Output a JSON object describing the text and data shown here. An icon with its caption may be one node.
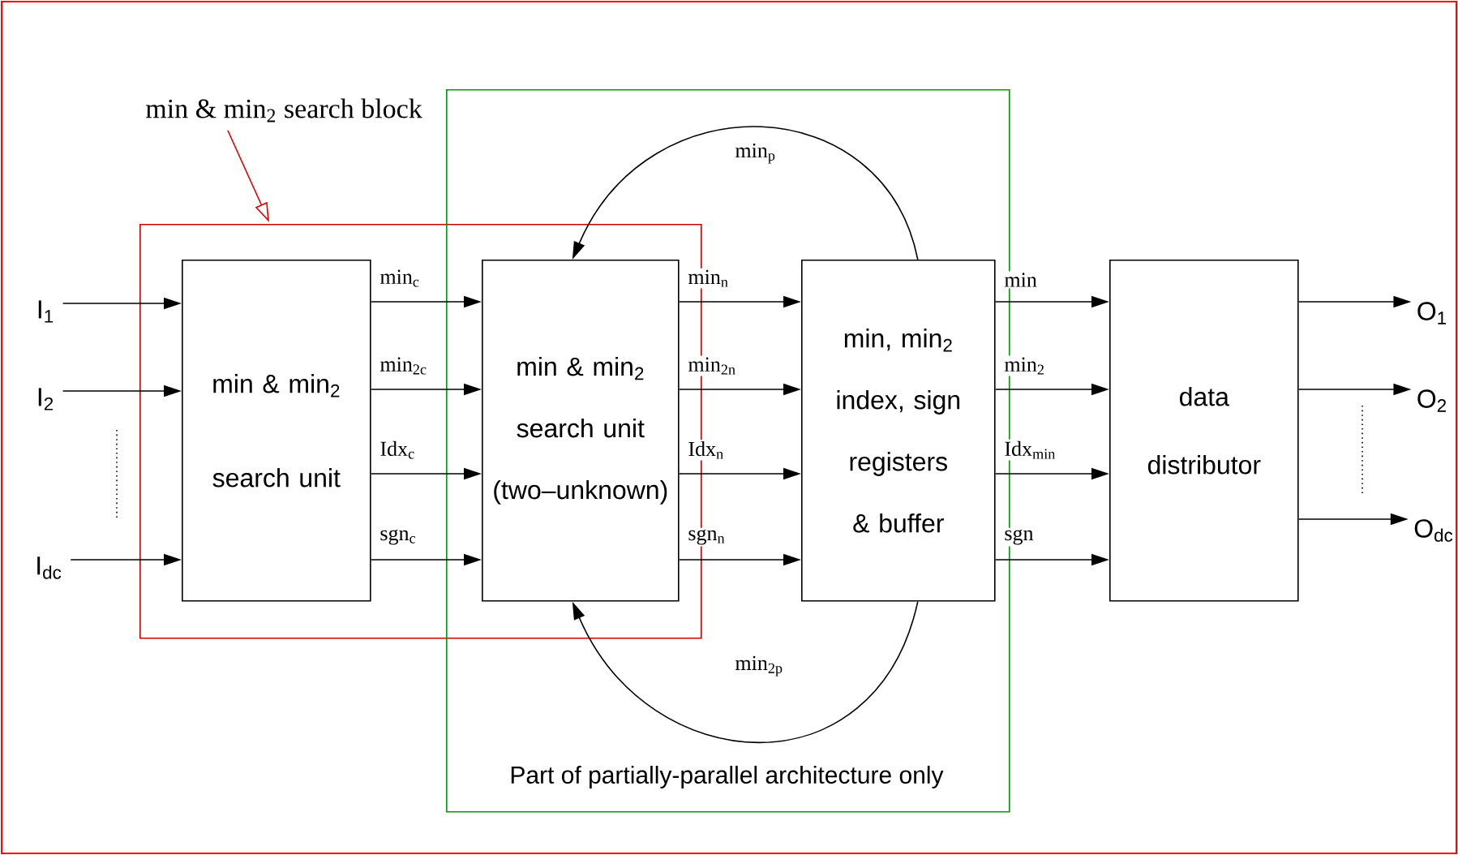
{
  "diagram": {
    "nodes": [
      {
        "text": [
          "min & min$_{2}$ search block"
        ]
      },
      {
        "text": [],
        "shape": "box"
      },
      {
        "text": [
          "Part of partially-parallel architecture only"
        ]
      },
      {
        "text": [
          "min & min$_{2}$ search unit"
        ],
        "in": 1
      },
      {
        "text": [
          "min & min$_{2}$ search unit (two–unknown)"
        ]
      },
      {
        "text": [
          "min, min$_{2}$ index, sign registers & buffer"
        ],
        "in": 2
      },
      {
        "text": [
          "data distributor"
        ]
      },
      {
        "text": [
          "I$_{1}$"
        ]
      },
      {
        "text": [
          "I$_{2}$"
        ]
      },
      {
        "text": [
          "I$_{dc}$"
        ]
      },
      {
        "text": [
          "O$_{1}$"
        ]
      },
      {
        "text": [
          "O$_{2}$"
        ]
      },
      {
        "text": [
          "O$_{dc}$"
        ]
      }
    ],
    "edges": [
      {
        "from": 0,
        "to": 1,
        "arrow": "to",
        "color": "#dd0000"
      },
      {
        "from": 7,
        "to": 3,
        "arrow": "to"
      },
      {
        "from": 8,
        "to": 3,
        "arrow": "to"
      },
      {
        "from": 9,
        "to": 3,
        "arrow": "to"
      },
      {
        "from": 3,
        "to": 4,
        "arrow": "to",
        "label": "min$_{c}$"
      },
      {
        "from": 3,
        "to": 4,
        "arrow": "to",
        "label": "min$_{2c}$"
      },
      {
        "from": 3,
        "to": 4,
        "arrow": "to",
        "label": "Idx$_{c}$"
      },
      {
        "from": 3,
        "to": 4,
        "arrow": "to",
        "label": "sgn$_{c}$"
      },
      {
        "from": 4,
        "to": 5,
        "arrow": "to",
        "label": "min$_{n}$"
      },
      {
        "from": 4,
        "to": 5,
        "arrow": "to",
        "label": "min$_{2n}$"
      },
      {
        "from": 4,
        "to": 5,
        "arrow": "to",
        "label": "Idx$_{n}$"
      },
      {
        "from": 4,
        "to": 5,
        "arrow": "to",
        "label": "sgn$_{n}$"
      },
      {
        "from": 5,
        "to": 4,
        "arrow": "to",
        "label": "min$_{p}$"
      },
      {
        "from": 5,
        "to": 4,
        "arrow": "to",
        "label": "min$_{2p}$"
      },
      {
        "from": 5,
        "to": 6,
        "arrow": "to",
        "label": "min"
      },
      {
        "from": 5,
        "to": 6,
        "arrow": "to",
        "label": "min$_{2}$"
      },
      {
        "from": 5,
        "to": 6,
        "arrow": "to",
        "label": "Idx$_{min}$"
      },
      {
        "from": 5,
        "to": 6,
        "arrow": "to",
        "label": "sgn"
      },
      {
        "from": 6,
        "to": 10,
        "arrow": "to"
      },
      {
        "from": 6,
        "to": 11,
        "arrow": "to"
      },
      {
        "from": 6,
        "to": 12,
        "arrow": "to"
      }
    ]
  }
}
